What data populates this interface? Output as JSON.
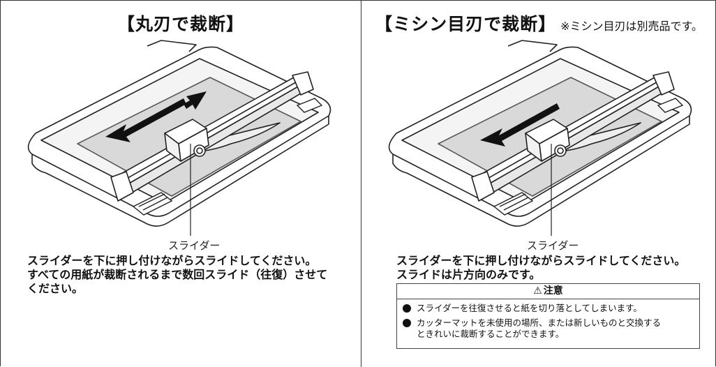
{
  "left": {
    "title": "【丸刃で裁断】",
    "slider_label": "スライダー",
    "desc_lines": [
      "スライダーを下に押し付けながらスライドしてください。",
      "すべての用紙が裁断されるまで数回スライド（往復）させて",
      "ください。"
    ]
  },
  "right": {
    "title": "【ミシン目刃で裁断】",
    "title_note": "※ミシン目刃は別売品です。",
    "slider_label": "スライダー",
    "desc_lines": [
      "スライダーを下に押し付けながらスライドしてください。",
      "スライドは片方向のみです。"
    ],
    "caution": {
      "icon": "warning-triangle-icon",
      "title": "注意",
      "items": [
        "スライダーを往復させると紙を切り落としてしまいます。",
        "カッターマットを未使用の場所、または新しいものと交換する",
        "ときれいに裁断することができます。"
      ]
    }
  }
}
